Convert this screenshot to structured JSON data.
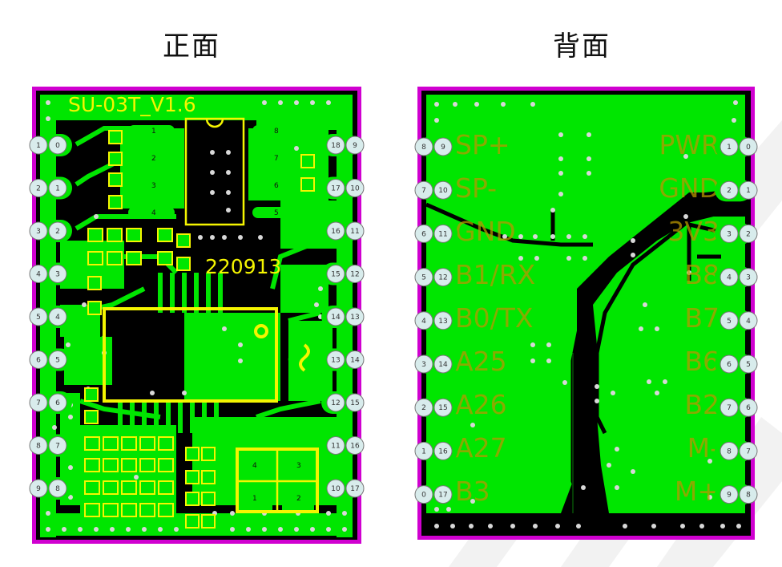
{
  "titles": {
    "front": "正面",
    "back": "背面"
  },
  "front": {
    "silkscreen_name": "SU-03T_V1.6",
    "date_code": "220913",
    "left_pads": [
      {
        "a": "1",
        "b": "0"
      },
      {
        "a": "2",
        "b": "1"
      },
      {
        "a": "3",
        "b": "2"
      },
      {
        "a": "4",
        "b": "3"
      },
      {
        "a": "5",
        "b": "4"
      },
      {
        "a": "6",
        "b": "5"
      },
      {
        "a": "7",
        "b": "6"
      },
      {
        "a": "8",
        "b": "7"
      },
      {
        "a": "9",
        "b": "8"
      }
    ],
    "right_pads": [
      {
        "a": "9",
        "b": "18"
      },
      {
        "a": "10",
        "b": "17"
      },
      {
        "a": "11",
        "b": "16"
      },
      {
        "a": "12",
        "b": "15"
      },
      {
        "a": "13",
        "b": "14"
      },
      {
        "a": "14",
        "b": "13"
      },
      {
        "a": "15",
        "b": "12"
      },
      {
        "a": "16",
        "b": "11"
      },
      {
        "a": "17",
        "b": "10"
      }
    ],
    "chip_pin_labels": [
      "1",
      "2",
      "3",
      "4",
      "8",
      "7",
      "6",
      "5"
    ],
    "crystal_labels": [
      "4",
      "3",
      "1",
      "2"
    ]
  },
  "back": {
    "left_pads": [
      {
        "a": "8",
        "b": "9"
      },
      {
        "a": "7",
        "b": "10"
      },
      {
        "a": "6",
        "b": "11"
      },
      {
        "a": "5",
        "b": "12"
      },
      {
        "a": "4",
        "b": "13"
      },
      {
        "a": "3",
        "b": "14"
      },
      {
        "a": "2",
        "b": "15"
      },
      {
        "a": "1",
        "b": "16"
      },
      {
        "a": "0",
        "b": "17"
      }
    ],
    "right_pads": [
      {
        "a": "0",
        "b": "1"
      },
      {
        "a": "1",
        "b": "2"
      },
      {
        "a": "2",
        "b": "3"
      },
      {
        "a": "3",
        "b": "4"
      },
      {
        "a": "4",
        "b": "5"
      },
      {
        "a": "5",
        "b": "6"
      },
      {
        "a": "6",
        "b": "7"
      },
      {
        "a": "7",
        "b": "8"
      },
      {
        "a": "8",
        "b": "9"
      }
    ],
    "left_labels": [
      "SP+",
      "SP-",
      "GND",
      "B1/RX",
      "B0/TX",
      "A25",
      "A26",
      "A27",
      "B3"
    ],
    "right_labels": [
      "PWR",
      "GND",
      "3V3",
      "B8",
      "B7",
      "B6",
      "B2",
      "M-",
      "M+"
    ]
  },
  "colors": {
    "board": "#00e600",
    "copper_gap": "#000000",
    "outline": "#d000d0",
    "silk": "#f5f500",
    "label": "#c8a000",
    "pad": "#d8ecec"
  }
}
